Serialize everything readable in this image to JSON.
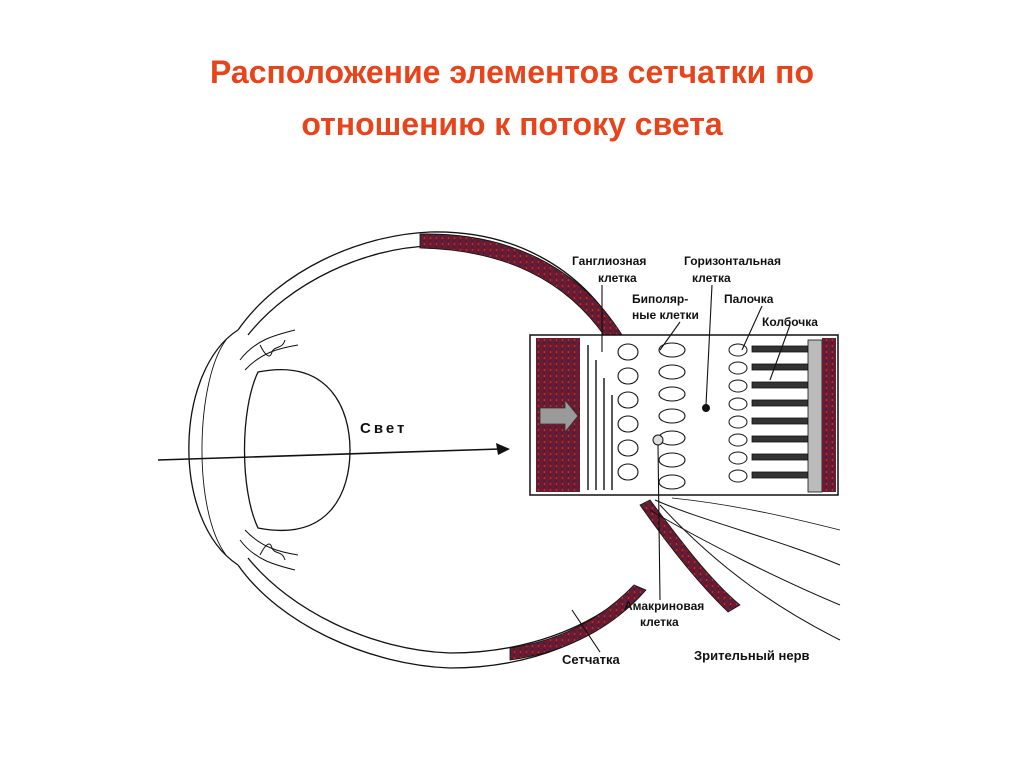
{
  "title": {
    "line1": "Расположение элементов сетчатки по",
    "line2": "отношению к потоку света"
  },
  "labels": {
    "light": "Свет",
    "ganglion_1": "Ганглиозная",
    "ganglion_2": "клетка",
    "horizontal_1": "Горизонтальная",
    "horizontal_2": "клетка",
    "bipolar_1": "Биполяр-",
    "bipolar_2": "ные клетки",
    "rod": "Палочка",
    "cone": "Колбочка",
    "amacrine_1": "Амакриновая",
    "amacrine_2": "клетка",
    "retina": "Сетчатка",
    "optic_nerve": "Зрительный нерв"
  },
  "colors": {
    "title": "#e8441c",
    "choroid": "#7a1f2e",
    "ink": "#111111"
  }
}
